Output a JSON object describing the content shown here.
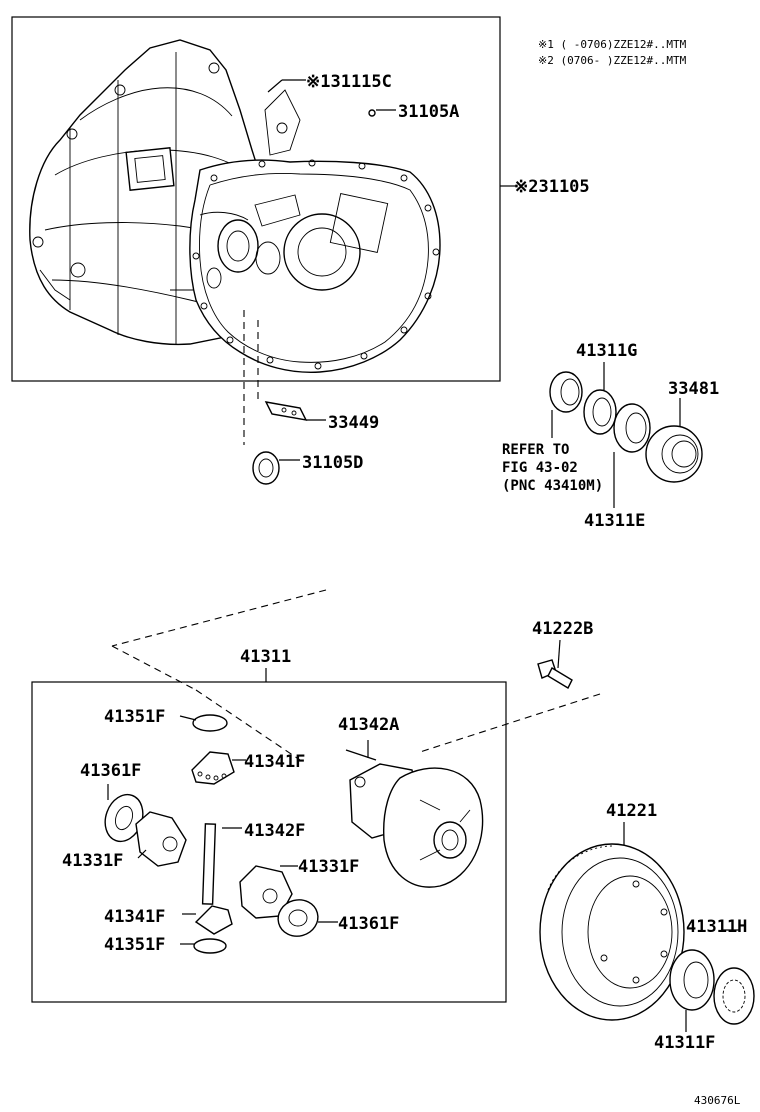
{
  "notes": {
    "note1": "※1 (    -0706)ZZE12#..MTM",
    "note2": "※2 (0706-    )ZZE12#..MTM"
  },
  "labels": {
    "p31115c": "※131115C",
    "p31105a": "31105A",
    "p31105": "※231105",
    "p33449": "33449",
    "p31105d": "31105D",
    "p41311g": "41311G",
    "p33481": "33481",
    "refer1": "REFER TO",
    "refer2": "FIG 43-02",
    "refer3": "(PNC 43410M)",
    "p41311e": "41311E",
    "p41222b": "41222B",
    "p41311": "41311",
    "p41351f_top": "41351F",
    "p41342a": "41342A",
    "p41341f_top": "41341F",
    "p41361f_left": "41361F",
    "p41342f": "41342F",
    "p41331f_left": "41331F",
    "p41331f_right": "41331F",
    "p41341f_bot": "41341F",
    "p41361f_right": "41361F",
    "p41351f_bot": "41351F",
    "p41221": "41221",
    "p41311h": "41311H",
    "p41311f": "41311F"
  },
  "figure_id": "430676L"
}
